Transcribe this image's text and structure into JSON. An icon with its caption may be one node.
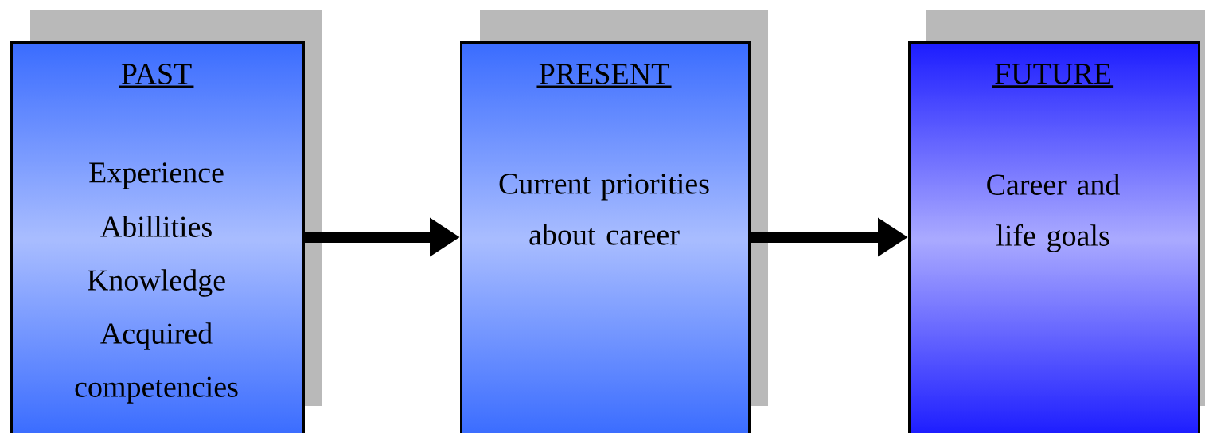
{
  "diagram": {
    "nodes": [
      {
        "text": [
          "PAST",
          "Experience",
          "Abillities",
          "Knowledge",
          "Acquired competencies"
        ]
      },
      {
        "text": [
          "PRESENT",
          "Current priorities about career"
        ]
      },
      {
        "text": [
          "FUTURE",
          "Career and life goals"
        ]
      }
    ],
    "edges": [
      {
        "from": 0,
        "to": 1,
        "arrow": "to"
      },
      {
        "from": 1,
        "to": 2,
        "arrow": "to"
      }
    ]
  }
}
